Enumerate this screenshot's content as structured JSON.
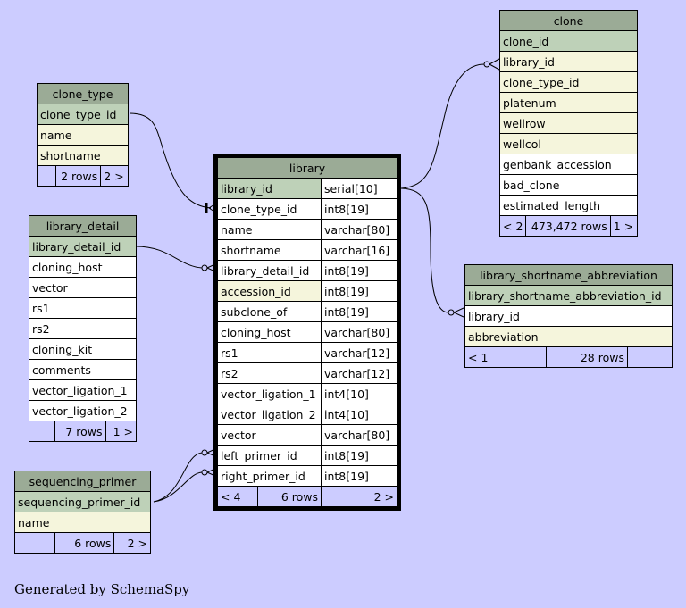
{
  "colors": {
    "background": "#ccccff",
    "header": "#9bab96",
    "primary_key": "#bed1b8",
    "indexed": "#f5f5dc",
    "plain": "#ffffff"
  },
  "tables": {
    "clone_type": {
      "name": "clone_type",
      "columns": [
        {
          "name": "clone_type_id",
          "kind": "pk"
        },
        {
          "name": "name",
          "kind": "idx"
        },
        {
          "name": "shortname",
          "kind": "idx"
        }
      ],
      "footer": {
        "parents": "",
        "rows": "2 rows",
        "children": "2 >"
      }
    },
    "library_detail": {
      "name": "library_detail",
      "columns": [
        {
          "name": "library_detail_id",
          "kind": "pk"
        },
        {
          "name": "cloning_host",
          "kind": "plain"
        },
        {
          "name": "vector",
          "kind": "plain"
        },
        {
          "name": "rs1",
          "kind": "plain"
        },
        {
          "name": "rs2",
          "kind": "plain"
        },
        {
          "name": "cloning_kit",
          "kind": "plain"
        },
        {
          "name": "comments",
          "kind": "plain"
        },
        {
          "name": "vector_ligation_1",
          "kind": "plain"
        },
        {
          "name": "vector_ligation_2",
          "kind": "plain"
        }
      ],
      "footer": {
        "parents": "",
        "rows": "7 rows",
        "children": "1 >"
      }
    },
    "sequencing_primer": {
      "name": "sequencing_primer",
      "columns": [
        {
          "name": "sequencing_primer_id",
          "kind": "pk"
        },
        {
          "name": "name",
          "kind": "idx"
        }
      ],
      "footer": {
        "parents": "",
        "rows": "6 rows",
        "children": "2 >"
      }
    },
    "library": {
      "name": "library",
      "columns": [
        {
          "name": "library_id",
          "type": "serial[10]",
          "kind": "pk"
        },
        {
          "name": "clone_type_id",
          "type": "int8[19]",
          "kind": "plain"
        },
        {
          "name": "name",
          "type": "varchar[80]",
          "kind": "plain"
        },
        {
          "name": "shortname",
          "type": "varchar[16]",
          "kind": "plain"
        },
        {
          "name": "library_detail_id",
          "type": "int8[19]",
          "kind": "plain"
        },
        {
          "name": "accession_id",
          "type": "int8[19]",
          "kind": "idx"
        },
        {
          "name": "subclone_of",
          "type": "int8[19]",
          "kind": "plain"
        },
        {
          "name": "cloning_host",
          "type": "varchar[80]",
          "kind": "plain"
        },
        {
          "name": "rs1",
          "type": "varchar[12]",
          "kind": "plain"
        },
        {
          "name": "rs2",
          "type": "varchar[12]",
          "kind": "plain"
        },
        {
          "name": "vector_ligation_1",
          "type": "int4[10]",
          "kind": "plain"
        },
        {
          "name": "vector_ligation_2",
          "type": "int4[10]",
          "kind": "plain"
        },
        {
          "name": "vector",
          "type": "varchar[80]",
          "kind": "plain"
        },
        {
          "name": "left_primer_id",
          "type": "int8[19]",
          "kind": "plain"
        },
        {
          "name": "right_primer_id",
          "type": "int8[19]",
          "kind": "plain"
        }
      ],
      "footer": {
        "parents": "< 4",
        "rows": "6 rows",
        "children": "2 >"
      }
    },
    "clone": {
      "name": "clone",
      "columns": [
        {
          "name": "clone_id",
          "kind": "pk"
        },
        {
          "name": "library_id",
          "kind": "idx"
        },
        {
          "name": "clone_type_id",
          "kind": "idx"
        },
        {
          "name": "platenum",
          "kind": "idx"
        },
        {
          "name": "wellrow",
          "kind": "idx"
        },
        {
          "name": "wellcol",
          "kind": "idx"
        },
        {
          "name": "genbank_accession",
          "kind": "plain"
        },
        {
          "name": "bad_clone",
          "kind": "plain"
        },
        {
          "name": "estimated_length",
          "kind": "plain"
        }
      ],
      "footer": {
        "parents": "< 2",
        "rows": "473,472 rows",
        "children": "1 >"
      }
    },
    "library_shortname_abbreviation": {
      "name": "library_shortname_abbreviation",
      "columns": [
        {
          "name": "library_shortname_abbreviation_id",
          "kind": "pk"
        },
        {
          "name": "library_id",
          "kind": "plain"
        },
        {
          "name": "abbreviation",
          "kind": "idx"
        }
      ],
      "footer": {
        "parents": "< 1",
        "rows": "28 rows",
        "children": ""
      }
    }
  },
  "relationships": [
    {
      "from": "clone_type.clone_type_id",
      "to": "library.clone_type_id",
      "end": "one-or-many"
    },
    {
      "from": "library_detail.library_detail_id",
      "to": "library.library_detail_id",
      "end": "zero-or-many"
    },
    {
      "from": "sequencing_primer.sequencing_primer_id",
      "to": "library.left_primer_id",
      "end": "zero-or-many"
    },
    {
      "from": "sequencing_primer.sequencing_primer_id",
      "to": "library.right_primer_id",
      "end": "zero-or-many"
    },
    {
      "from": "library.library_id",
      "to": "clone.library_id",
      "end": "zero-or-many"
    },
    {
      "from": "library.library_id",
      "to": "library_shortname_abbreviation.library_id",
      "end": "zero-or-many"
    }
  ],
  "footer_text": "Generated by SchemaSpy"
}
